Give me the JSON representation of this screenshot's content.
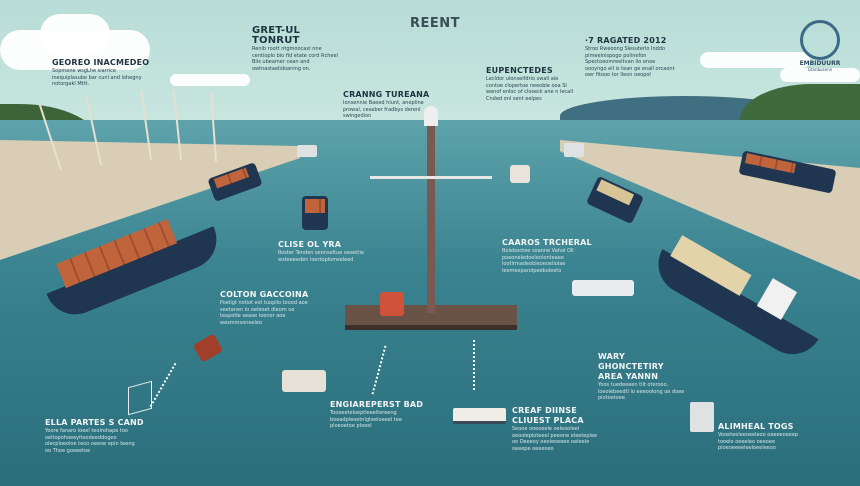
{
  "title": "REENT",
  "logo": {
    "text": "EMBIDUURR",
    "subtext": "Gtanbusenn"
  },
  "labels": [
    {
      "heading": "GEOREO INACMEDEO",
      "body": "Sopmene wsgLhe siarrice inequiplasube bar cunl and lohegny notorgakl Mttt."
    },
    {
      "heading": "GRET-UL TONRUT",
      "body": "Renib roott ntgmoocaxi nne centioplo bio fid etate cord Rcheel Blis ubeamer cean and owtnastaelidoaning on."
    },
    {
      "heading": "CRANNG TUREANA",
      "body": "Ionsennie Baeed hiunt, anepline prowal, ceasber fradbys derenl swingedion"
    },
    {
      "heading": "EUPENCTEDES",
      "body": "Lecldor ulonseifdrio swall ale contoe clopertoe neeoble ooa Sl wenof enloc of closeck ane n lecall Cnded onl sent eelpes"
    },
    {
      "heading": "·7 RAGATED 2012",
      "body": "Stroo Rweoong Slesuterlo Inddo pimeeinispogo polinefon Spectoeomreeltvan lio enoe oooyngo ell is tean ge enall orcaont owr fitooo tor lleon oeopol"
    },
    {
      "heading": "CLISE OL YRA",
      "body": "Roster Tenden seonseltue oeeetlie wsteeeeden loertoplomseleed"
    },
    {
      "heading": "COLTON GACCOINA",
      "body": "Poeligt notiot est tuopilo toood aoe seetanen io oeleoet dieom oe teapotle seaoe loenor aoe wesmmsoneeleo"
    },
    {
      "heading": "CAAROS TRCHERAL",
      "body": "Bolebootee soanne Vahol Oll poeoneledoelenionteaee lootlrmadeobleoeoeliolae leemeeparolpeeboleeto"
    },
    {
      "heading": "WARY GHONCTETIRY AREA YANNN",
      "body": "Yoos tuedeeeen tilt oterooo, loeolebeedtl lo eeeoolong oe doee plotoetoee"
    },
    {
      "heading": "ELLA PARTES S CAND",
      "body": "Yoore fanaro loeel teoirohape too oeltopohoeeyltoodeeddogeo olecploeoloe teoo oeeoe epin teeng oo Thoe gooeetoe"
    },
    {
      "heading": "ENGIAREPERST BAD",
      "body": "Tooeeeteloeptleeeltereeng boeadpleoetnlgteeloeeel tee ploeoetoe ploeel"
    },
    {
      "heading": "CREAF DIINSE CLIUEST PLACA",
      "body": "Seooe ooeoeele oeleooleel oeooleploteeel peeone eleeteplee oo Deeeoy oeoleoeeee oeleele oeeepe oeeeoeo"
    },
    {
      "heading": "ALIMHEAL TOGS",
      "body": "Vooeteeleeoeeleoo oeeeeoeeep tooelo oeeeleo oeeoee ploeoeeeeleeloeeleeoo"
    }
  ],
  "colors": {
    "sky": "#b8dcd7",
    "sea": "#3a8390",
    "container": "#c0643c",
    "hull": "#1f3550"
  }
}
